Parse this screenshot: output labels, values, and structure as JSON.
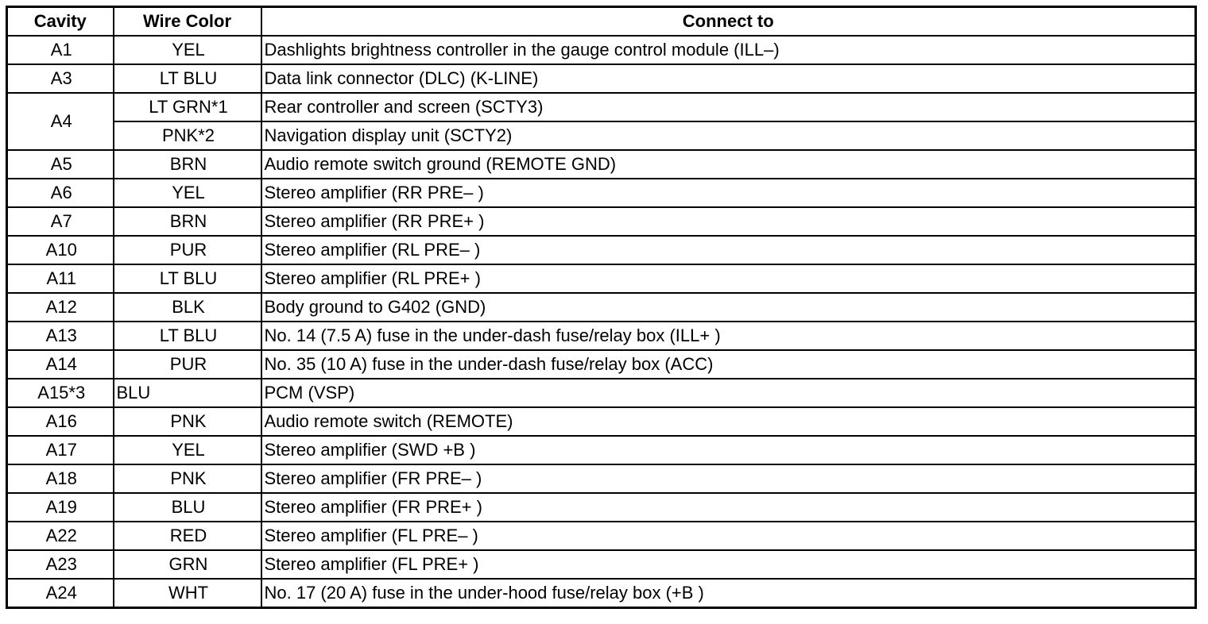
{
  "headers": {
    "cavity": "Cavity",
    "wire_color": "Wire Color",
    "connect_to": "Connect to"
  },
  "rows": [
    {
      "cavity": "A1",
      "wire": "YEL",
      "connect": "Dashlights brightness controller in the gauge control module (ILL–)"
    },
    {
      "cavity": "A3",
      "wire": "LT BLU",
      "connect": "Data link connector (DLC) (K-LINE)"
    },
    {
      "cavity": "A4",
      "wire": "LT GRN*1",
      "connect": "Rear controller and screen (SCTY3)"
    },
    {
      "cavity": "",
      "wire": "PNK*2",
      "connect": "Navigation display unit (SCTY2)"
    },
    {
      "cavity": "A5",
      "wire": "BRN",
      "connect": "Audio remote switch ground (REMOTE GND)"
    },
    {
      "cavity": "A6",
      "wire": "YEL",
      "connect": "Stereo amplifier (RR PRE– )"
    },
    {
      "cavity": "A7",
      "wire": "BRN",
      "connect": "Stereo amplifier (RR PRE+ )"
    },
    {
      "cavity": "A10",
      "wire": "PUR",
      "connect": "Stereo amplifier (RL PRE– )"
    },
    {
      "cavity": "A11",
      "wire": "LT BLU",
      "connect": "Stereo amplifier (RL PRE+ )"
    },
    {
      "cavity": "A12",
      "wire": "BLK",
      "connect": "Body ground to G402 (GND)"
    },
    {
      "cavity": "A13",
      "wire": "LT BLU",
      "connect": "No. 14 (7.5 A) fuse in the under-dash fuse/relay box (ILL+ )"
    },
    {
      "cavity": "A14",
      "wire": "PUR",
      "connect": "No. 35 (10 A) fuse in the under-dash fuse/relay box (ACC)"
    },
    {
      "cavity": "A15*3",
      "wire": "BLU",
      "connect": "PCM (VSP)"
    },
    {
      "cavity": "A16",
      "wire": "PNK",
      "connect": "Audio remote switch (REMOTE)"
    },
    {
      "cavity": "A17",
      "wire": "YEL",
      "connect": "Stereo amplifier (SWD +B )"
    },
    {
      "cavity": "A18",
      "wire": "PNK",
      "connect": "Stereo amplifier (FR PRE– )"
    },
    {
      "cavity": "A19",
      "wire": "BLU",
      "connect": "Stereo amplifier (FR PRE+ )"
    },
    {
      "cavity": "A22",
      "wire": "RED",
      "connect": "Stereo amplifier (FL PRE– )"
    },
    {
      "cavity": "A23",
      "wire": "GRN",
      "connect": "Stereo amplifier (FL PRE+ )"
    },
    {
      "cavity": "A24",
      "wire": "WHT",
      "connect": "No. 17 (20 A) fuse in the under-hood fuse/relay box (+B )"
    }
  ]
}
